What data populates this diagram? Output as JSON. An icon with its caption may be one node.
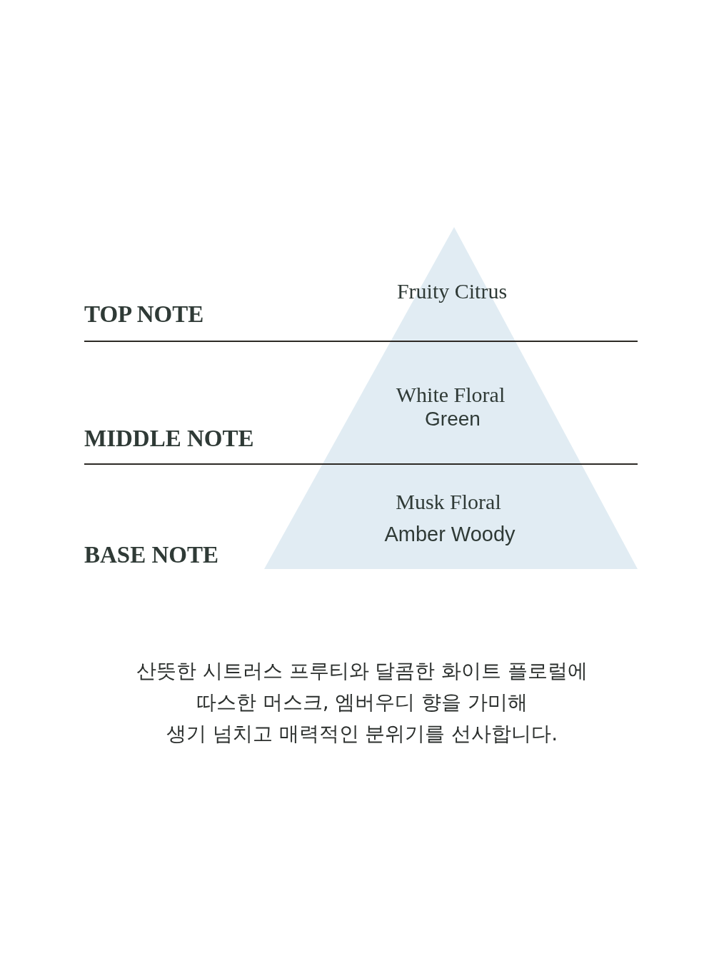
{
  "diagram": {
    "caption": "산뜻한 시트러스 프루티와 달콤한 화이트 플로럴에 따스한 머스크, 엠버우디 향을 가미해 생기 넘치고 매력적인 분위기를 선사합니다.",
    "nodes": [
      {
        "text": [
          "Fruity Citrus",
          "White Floral",
          "Green",
          "Musk Floral",
          "Amber Woody"
        ]
      }
    ],
    "labels": [
      "TOP NOTE",
      "MIDDLE NOTE",
      "BASE NOTE"
    ]
  }
}
